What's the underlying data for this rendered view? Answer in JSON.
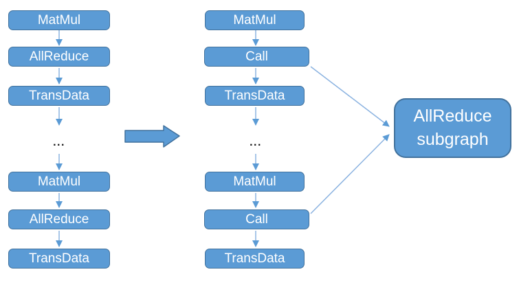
{
  "diagram": {
    "left_column": {
      "nodes": [
        "MatMul",
        "AllReduce",
        "TransData",
        "...",
        "MatMul",
        "AllReduce",
        "TransData"
      ]
    },
    "middle_column": {
      "nodes": [
        "MatMul",
        "Call",
        "TransData",
        "...",
        "MatMul",
        "Call",
        "TransData"
      ]
    },
    "subgraph_box": {
      "label": "AllReduce\nsubgraph"
    },
    "ellipsis": "...",
    "colors": {
      "background": "#ffffff",
      "node_fill": "#5b9bd5",
      "node_border": "#41719c",
      "connector": "#8ab2e0",
      "arrowhead": "#5b9bd5",
      "block_arrow_fill": "#5b9bd5",
      "block_arrow_border": "#41719c",
      "text": "#ffffff",
      "ellipsis_color": "#141414"
    }
  }
}
